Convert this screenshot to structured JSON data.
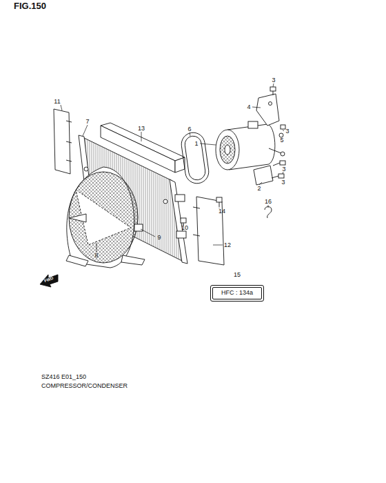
{
  "diagram": {
    "nodes": [
      {
        "text": [
          "HFC : 134a"
        ]
      }
    ],
    "labels": [
      "FIG.150",
      "3",
      "4",
      "6",
      "3",
      "5",
      "1",
      "11",
      "7",
      "13",
      "3",
      "3",
      "2",
      "16",
      "14",
      "10",
      "9",
      "12",
      "8",
      "15",
      "FWD",
      "SZ416 E01_150",
      "COMPRESSOR/CONDENSER"
    ]
  }
}
